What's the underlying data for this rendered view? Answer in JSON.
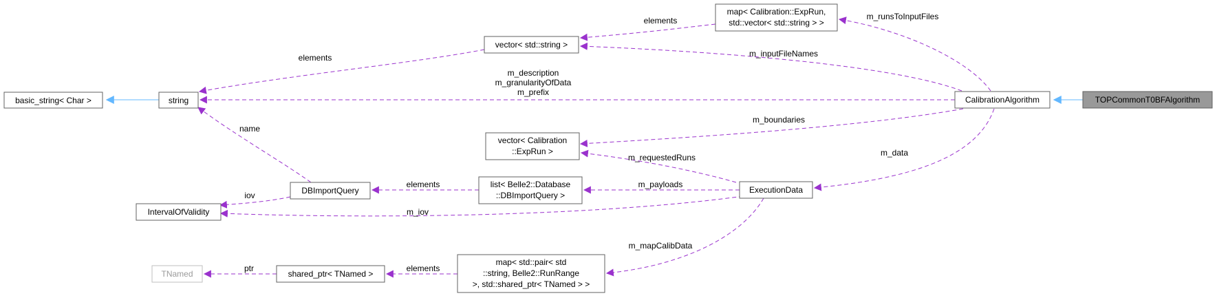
{
  "nodes": {
    "basic_string": "basic_string< Char >",
    "string": "string",
    "vector_string": "vector< std::string >",
    "map_exprun": [
      "map< Calibration::ExpRun,",
      "std::vector< std::string > >"
    ],
    "calibration_algorithm": "CalibrationAlgorithm",
    "top_common": "TOPCommonT0BFAlgorithm",
    "vector_exprun": [
      "vector< Calibration",
      "::ExpRun >"
    ],
    "interval_of_validity": "IntervalOfValidity",
    "db_import_query": "DBImportQuery",
    "list_db": [
      "list< Belle2::Database",
      "::DBImportQuery >"
    ],
    "execution_data": "ExecutionData",
    "tnamed": "TNamed",
    "shared_ptr": "shared_ptr< TNamed >",
    "map_pair": [
      "map< std::pair< std",
      "::string, Belle2::RunRange",
      ">, std::shared_ptr< TNamed > >"
    ]
  },
  "edges": {
    "elements_vector_to_string": "elements",
    "elements_map_to_vector": "elements",
    "m_runs_to_input_files": "m_runsToInputFiles",
    "m_input_file_names": "m_inputFileNames",
    "string_members": [
      "m_description",
      "m_granularityOfData",
      "m_prefix"
    ],
    "name": "name",
    "m_boundaries": "m_boundaries",
    "m_data": "m_data",
    "m_requested_runs": "m_requestedRuns",
    "elements_list_to_db": "elements",
    "m_payloads": "m_payloads",
    "iov": "iov",
    "m_iov": "m_iov",
    "m_map_calib_data": "m_mapCalibData",
    "elements_map_to_shared": "elements",
    "ptr": "ptr"
  },
  "colors": {
    "member_edge": "#9a32cd",
    "inheritance_edge": "#63b8ff",
    "node_border": "#606060",
    "focus_node_fill": "#999999"
  }
}
